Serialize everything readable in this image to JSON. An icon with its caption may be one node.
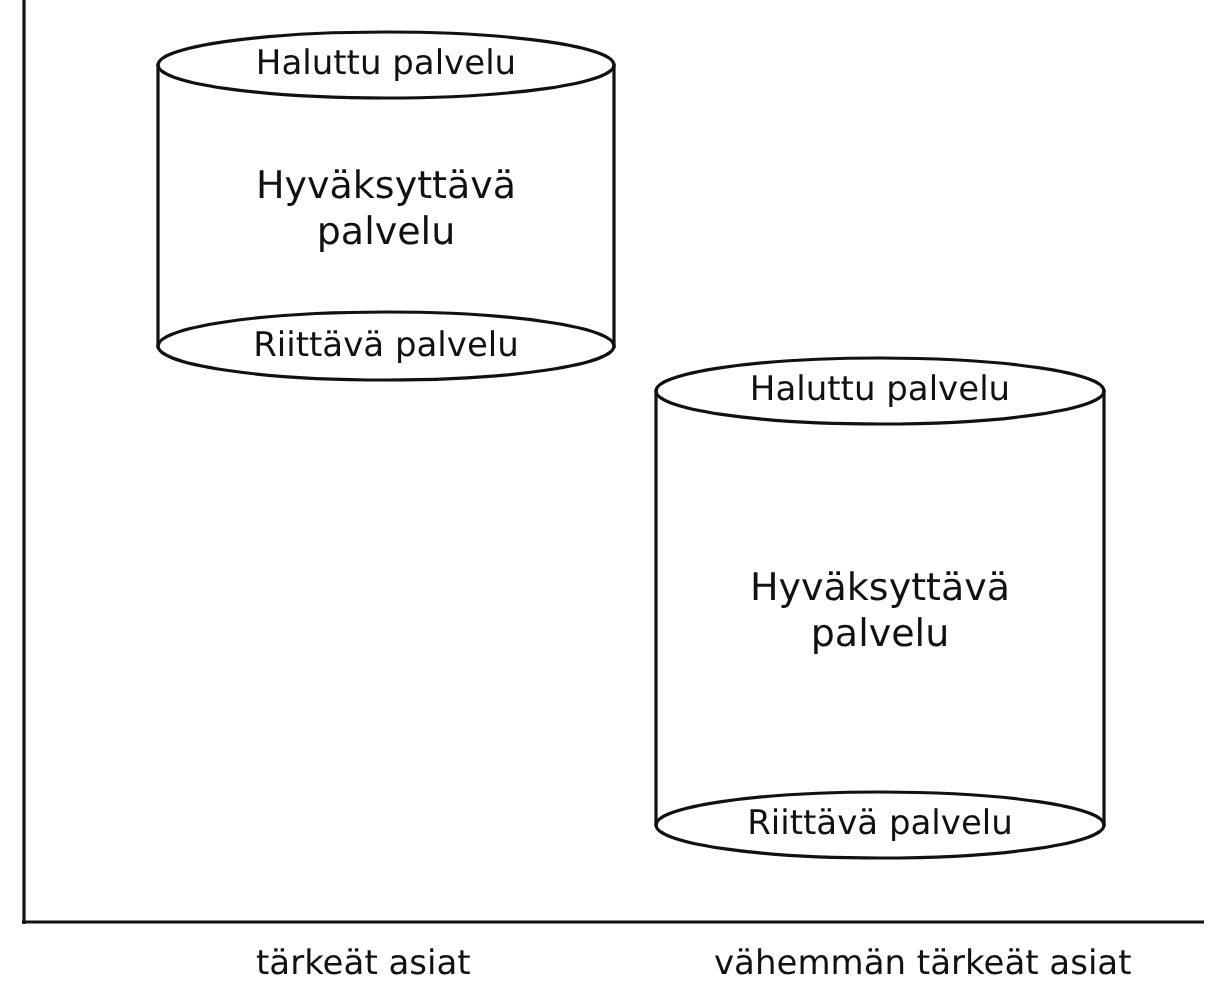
{
  "diagram": {
    "nodes": [
      {
        "text": [
          "Hyväksyttävä palvelu"
        ]
      },
      {
        "text": [
          "Haluttu palvelu"
        ],
        "in": 0
      },
      {
        "text": [
          "Riittävä palvelu"
        ],
        "in": 0
      },
      {
        "text": [
          "Hyväksyttävä palvelu"
        ]
      },
      {
        "text": [
          "Haluttu palvelu"
        ],
        "in": 3
      },
      {
        "text": [
          "Riittävä palvelu"
        ],
        "in": 3
      }
    ],
    "labels": [
      "tärkeät asiat",
      "vähemmän tärkeät asiat"
    ]
  }
}
